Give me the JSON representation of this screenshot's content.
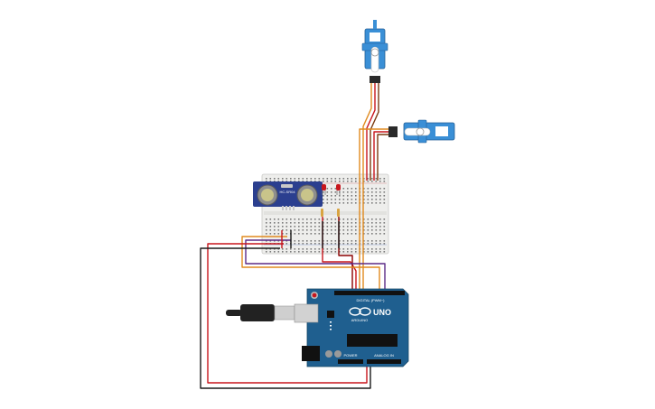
{
  "canvas": {
    "background": "#ffffff"
  },
  "components": {
    "ultrasonic_sensor": {
      "label": "HC-SR04",
      "color": "#2b3f8f"
    },
    "servo_top": {
      "color": "#3a8fd6"
    },
    "servo_right": {
      "color": "#3a8fd6"
    },
    "breadboard": {
      "color": "#eeeeec"
    },
    "arduino": {
      "brand": "ARDUINO",
      "model": "UNO",
      "header_digital": "DIGITAL (PWM~)",
      "header_power": "POWER",
      "header_analog": "ANALOG IN",
      "color": "#1f5f8f"
    },
    "usb_cable": {
      "color": "#222222"
    }
  },
  "wire_colors": {
    "red": "#c8161d",
    "orange": "#e08a1e",
    "dark_red": "#8b0000",
    "purple": "#5b2a86",
    "black": "#1a1a1a",
    "brown": "#7b3a10"
  }
}
